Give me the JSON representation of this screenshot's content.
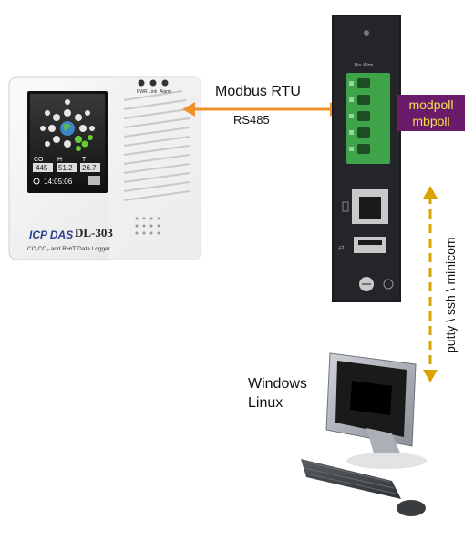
{
  "logger": {
    "brand": "ICP DAS",
    "model": "DL-303",
    "subtitle": "CO,CO₂ and RH/T Data Logger",
    "leds": [
      "PWR",
      "Link",
      "Alarm"
    ],
    "screen": {
      "co_label": "CO",
      "h_label": "H",
      "t_label": "T",
      "co_value": "445",
      "h_value": "51.2",
      "t_value": "26.7",
      "time": "14:05:06"
    }
  },
  "connection": {
    "protocol": "Modbus RTU",
    "bus": "RS485"
  },
  "gateway": {
    "status_label": "Bio./Alrm."
  },
  "tools": [
    "modpoll",
    "mbpoll"
  ],
  "console_tools": "putty \\ ssh \\ minicom",
  "os": [
    "Windows",
    "Linux"
  ],
  "colors": {
    "rs485_arrow": "#f0902a",
    "console_arrow": "#d9a300",
    "tools_bg": "#6a1c6a",
    "tools_text": "#f4e04a",
    "terminal_green": "#3fa34a"
  }
}
